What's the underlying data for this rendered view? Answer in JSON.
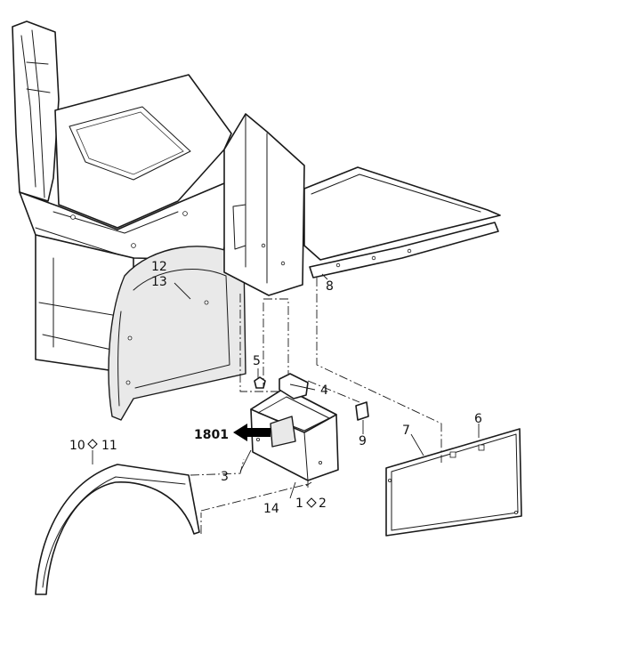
{
  "callouts": {
    "c1": "1",
    "c2": "2",
    "c3": "3",
    "c4": "4",
    "c5": "5",
    "c6": "6",
    "c7": "7",
    "c8": "8",
    "c9": "9",
    "c10": "10",
    "c11": "11",
    "c12": "12",
    "c13": "13",
    "c14": "14",
    "ref": "1801"
  }
}
